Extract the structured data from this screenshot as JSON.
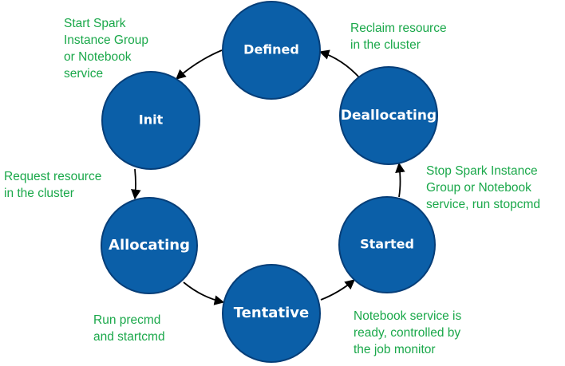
{
  "diagram": {
    "colors": {
      "node_fill": "#0b5fa8",
      "node_stroke": "#063e78",
      "node_text": "#ffffff",
      "note_text": "#1aa84a",
      "arrow": "#000000"
    },
    "nodes": {
      "defined": "Defined",
      "init": "Init",
      "allocating": "Allocating",
      "tentative": "Tentative",
      "started": "Started",
      "deallocating": "Deallocating"
    },
    "notes": {
      "start": "Start Spark\nInstance Group\nor Notebook\nservice",
      "request": "Request resource\nin the cluster",
      "precmd": "Run precmd\nand startcmd",
      "ready": "Notebook service is\nready, controlled by\nthe job monitor",
      "stop": "Stop Spark Instance\nGroup or Notebook\nservice, run stopcmd",
      "reclaim": "Reclaim resource\nin the cluster"
    },
    "edges": [
      {
        "from": "defined",
        "to": "init"
      },
      {
        "from": "init",
        "to": "allocating"
      },
      {
        "from": "allocating",
        "to": "tentative"
      },
      {
        "from": "tentative",
        "to": "started"
      },
      {
        "from": "started",
        "to": "deallocating"
      },
      {
        "from": "deallocating",
        "to": "defined"
      }
    ]
  }
}
